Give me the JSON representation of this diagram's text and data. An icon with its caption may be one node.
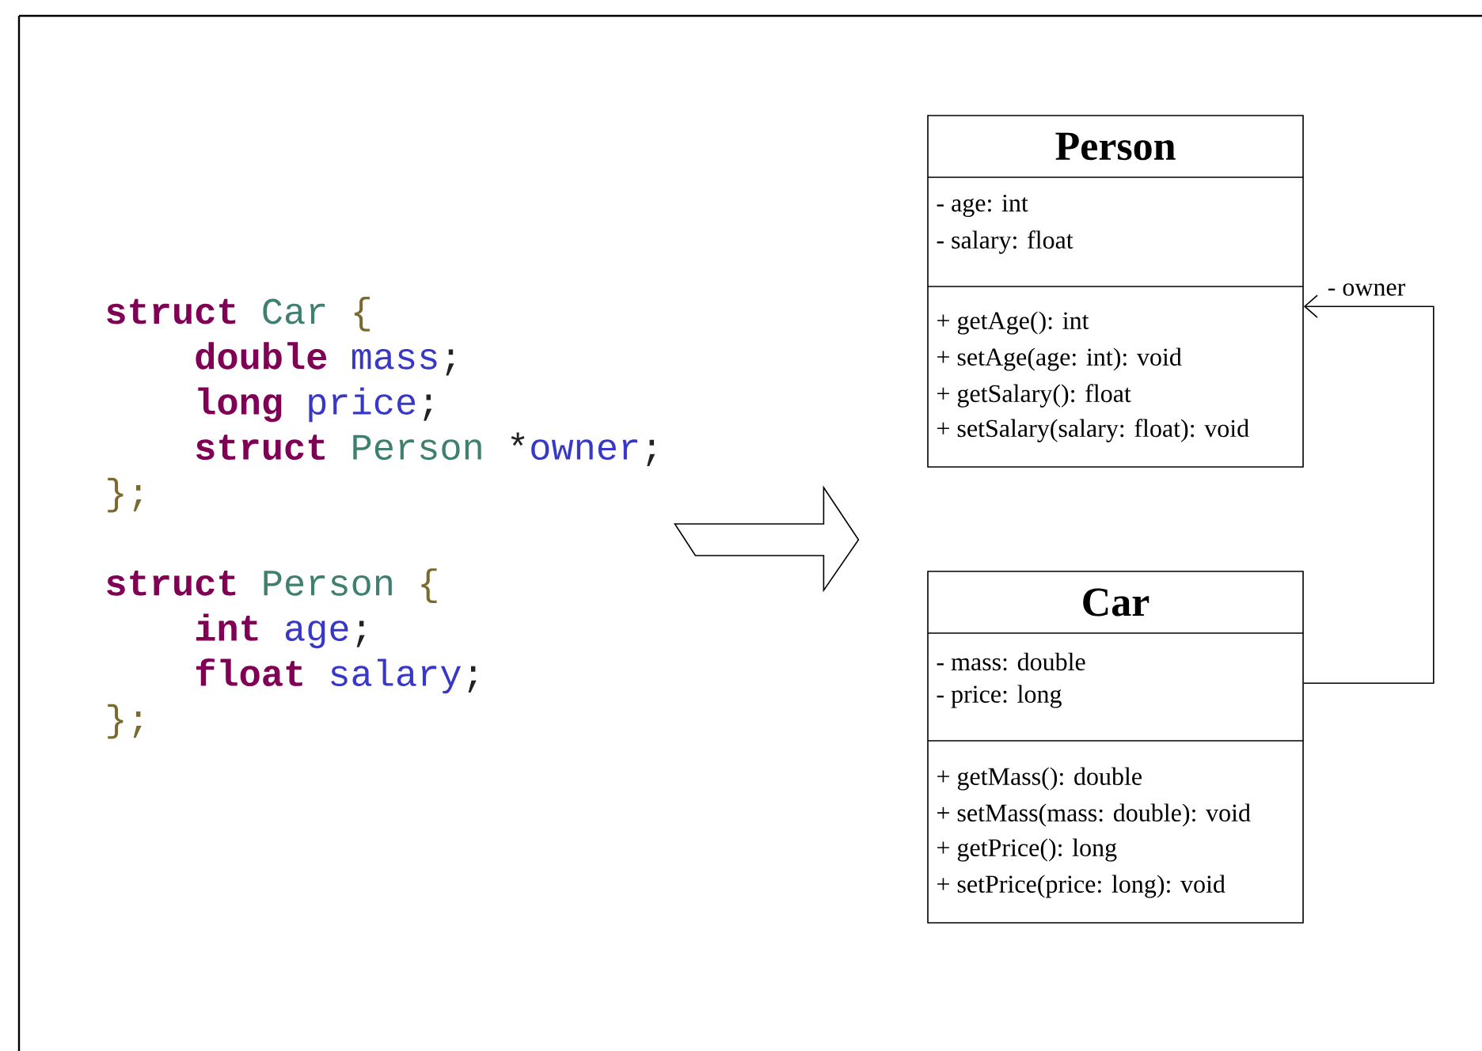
{
  "diagram": {
    "nodes": [
      {
        "text": [
          "struct",
          "Car",
          "{",
          "double",
          "mass",
          ";",
          "long",
          "price",
          ";",
          "struct",
          "Person",
          "*",
          "owner",
          ";",
          "};",
          "struct",
          "Person",
          "{",
          "int",
          "age",
          ";",
          "float",
          "salary",
          ";",
          "};"
        ]
      },
      {
        "text": [
          "Person",
          "- age: int",
          "- salary: float",
          "+ getAge(): int",
          "+ setAge(age: int): void",
          "+ getSalary(): float",
          "+ setSalary(salary: float): void"
        ]
      },
      {
        "text": [
          "Car",
          "- mass: double",
          "- price: long",
          "+ getMass(): double",
          "+ setMass(mass: double): void",
          "+ getPrice(): long",
          "+ setPrice(price: long): void"
        ]
      }
    ],
    "edges": [
      {
        "from": 2,
        "to": 1,
        "arrow": "to",
        "label": "- owner"
      },
      {
        "from": 0,
        "to": null,
        "arrow": "to"
      }
    ]
  }
}
